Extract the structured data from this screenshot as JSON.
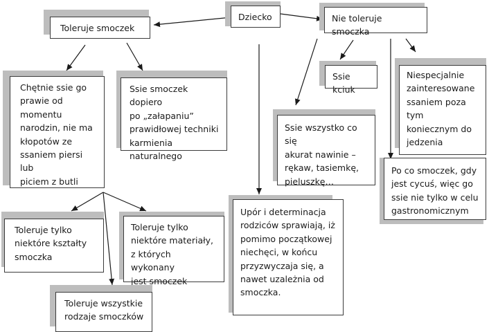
{
  "nodes": {
    "root": "Dziecko",
    "tolerates": "Toleruje smoczek",
    "not_tolerates": "Nie toleruje smoczka",
    "eager": "Chętnie ssie go\nprawie od\nmomentu\nnarodzin, nie ma\nkłopotów ze\nssaniem piersi lub\npiciem z butli",
    "after_technique": "Ssie smoczek dopiero\npo „załapaniu”\nprawidłowej techniki\nkarmienia naturalnego",
    "some_shapes": "Toleruje tylko\nniektóre kształty\nsmoczka",
    "some_materials": "Toleruje tylko\nniektóre materiały,\nz których wykonany\njest smoczek",
    "all_types": "Toleruje wszystkie\nrodzaje smoczków",
    "persistence": "Upór i determinacja\nrodziców sprawiają, iż\npomimo początkowej\nniechęci, w końcu\nprzyzwyczaja się, a\nnawet uzależnia od\nsmoczka.",
    "thumb": "Ssie kciuk",
    "sucks_everything": "Ssie wszystko co się\nakurat nawinie –\nrękaw, tasiemkę,\npieluszkę…",
    "not_interested": "Niespecjalnie\nzainteresowane\nssaniem poza tym\nkoniecznym do\njedzenia",
    "why_pacifier": "Po co smoczek, gdy\njest cycuś, więc go\nssie nie tylko w celu\ngastronomicznym"
  }
}
